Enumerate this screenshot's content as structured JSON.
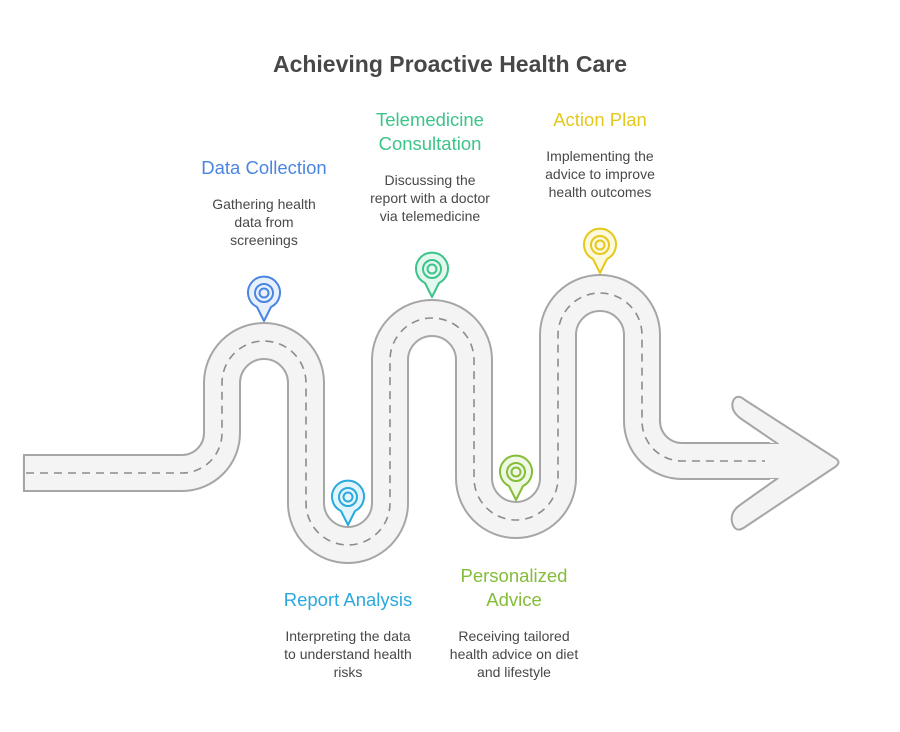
{
  "title": "Achieving Proactive Health Care",
  "steps": [
    {
      "id": "data-collection",
      "title": "Data Collection",
      "description": "Gathering health\ndata from\nscreenings",
      "color": "#4a86e0",
      "fill": "#e8f0fc",
      "position": "top"
    },
    {
      "id": "report-analysis",
      "title": "Report Analysis",
      "description": "Interpreting the data\nto understand health\nrisks",
      "color": "#2aa9dc",
      "fill": "#e3f5fc",
      "position": "bottom"
    },
    {
      "id": "telemedicine-consultation",
      "title": "Telemedicine\nConsultation",
      "description": "Discussing the\nreport with a doctor\nvia telemedicine",
      "color": "#3cc489",
      "fill": "#e4f8ef",
      "position": "top"
    },
    {
      "id": "personalized-advice",
      "title": "Personalized\nAdvice",
      "description": "Receiving tailored\nhealth advice on diet\nand lifestyle",
      "color": "#85bd3a",
      "fill": "#eff8e3",
      "position": "bottom"
    },
    {
      "id": "action-plan",
      "title": "Action Plan",
      "description": "Implementing the\nadvice to improve\nhealth outcomes",
      "color": "#e4c81c",
      "fill": "#fcf8dc",
      "position": "top"
    }
  ],
  "road": {
    "fill": "#f4f4f4",
    "outline": "#a6a6a6",
    "centerline": "#8c8c8c"
  }
}
